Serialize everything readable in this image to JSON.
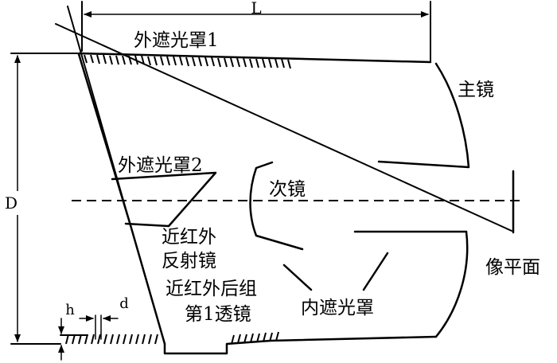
{
  "diagram": {
    "dimensions": {
      "length": "L",
      "diameter": "D",
      "vane_height": "h",
      "vane_spacing": "d"
    },
    "labels": {
      "outer_baffle_1": "外遮光罩1",
      "primary_mirror": "主镜",
      "outer_baffle_2": "外遮光罩2",
      "secondary_mirror": "次镜",
      "nir_reflector_line1": "近红外",
      "nir_reflector_line2": "反射镜",
      "nir_rear_group_line1": "近红外后组",
      "nir_rear_group_line2": "第1透镜",
      "inner_baffle": "内遮光罩",
      "image_plane": "像平面"
    }
  }
}
